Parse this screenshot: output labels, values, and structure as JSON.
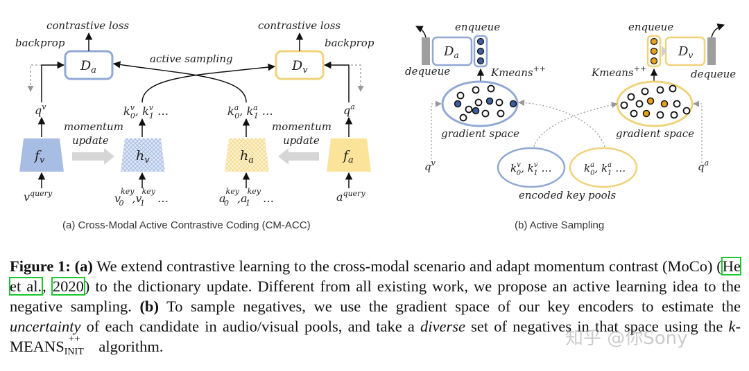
{
  "panel_a": {
    "caption": "(a) Cross-Modal Active Contrastive Coding (CM-ACC)",
    "contrastive_loss_left": "contrastive loss",
    "contrastive_loss_right": "contrastive loss",
    "backprop_left": "backprop",
    "backprop_right": "backprop",
    "active_sampling": "active sampling",
    "momentum_left": "momentum",
    "update_left": "update",
    "momentum_right": "momentum",
    "update_right": "update",
    "da": "D",
    "da_sub": "a",
    "dv": "D",
    "dv_sub": "v",
    "fv": "f",
    "fv_sub": "v",
    "hv": "h",
    "hv_sub": "v",
    "ha": "h",
    "ha_sub": "a",
    "fa": "f",
    "fa_sub": "a",
    "q_left": "q",
    "q_left_sup": "v",
    "q_right": "q",
    "q_right_sup": "a",
    "k_v": "k",
    "k_v_sup": "v",
    "k_a": "k",
    "k_a_sup": "a",
    "sub0": "0",
    "sub1": "1",
    "ellipsis": "…",
    "v_query": "v",
    "a_query": "a",
    "query_sup": "query",
    "key_sup": "key"
  },
  "panel_b": {
    "caption": "(b) Active Sampling",
    "enqueue_left": "enqueue",
    "enqueue_right": "enqueue",
    "dequeue_left": "dequeue",
    "dequeue_right": "dequeue",
    "kmeans_left": "Kmeans",
    "kmeans_right": "Kmeans",
    "kmeans_sup": "++",
    "gradient_left": "gradient space",
    "gradient_right": "gradient space",
    "encoded_pools": "encoded key pools",
    "q_left": "q",
    "q_left_sup": "v",
    "q_right": "q",
    "q_right_sup": "a"
  },
  "caption": {
    "figure_label": "Figure 1:",
    "a_label": "(a)",
    "text1": " We extend contrastive learning to the cross-modal scenario and adapt momentum contrast (MoCo) (",
    "cite_author": "He et al.",
    "cite_sep": ", ",
    "cite_year": "2020",
    "text2": ") to the dictionary update. Different from all existing work, we propose an active learning idea to the negative sampling. ",
    "b_label": "(b)",
    "text3": " To sample negatives, we use the gradient space of our key encoders to estimate the ",
    "uncertainty": "uncertainty",
    "text4": " of each candidate in audio/visual pools, and take a ",
    "diverse": "diverse",
    "text5": " set of negatives in that space using the ",
    "k": "k",
    "means": "-MEANS",
    "pp": "++",
    "init": "INIT",
    "text6": " algorithm."
  },
  "watermark": "知乎 @你Sony",
  "colors": {
    "blue_fill": "#a8bde3",
    "blue_stroke": "#8fa8d4",
    "yellow_fill": "#fbe49a",
    "yellow_stroke": "#efd27a",
    "gray": "#bdbdbd",
    "dot_blue": "#3e5f9b",
    "dot_orange": "#e8a21c",
    "cite_green": "#19c82c"
  }
}
